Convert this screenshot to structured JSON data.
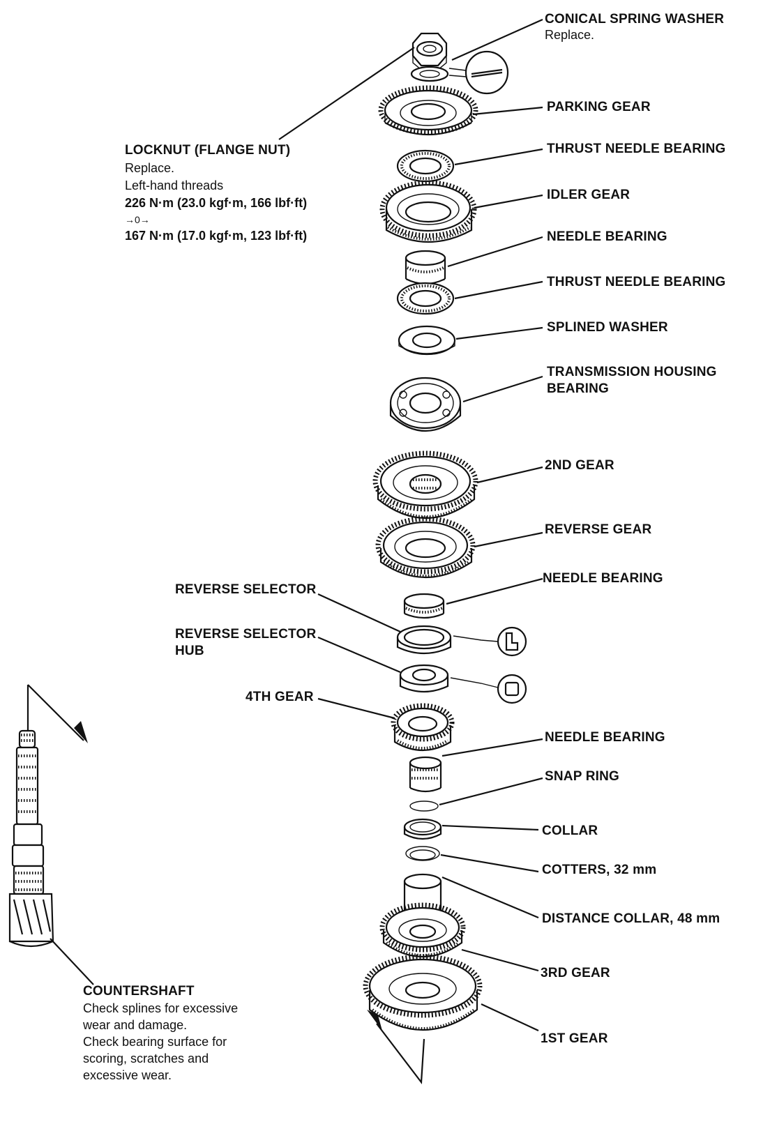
{
  "labels": {
    "conical_spring_washer": "CONICAL SPRING WASHER",
    "conical_spring_washer_note": "Replace.",
    "parking_gear": "PARKING GEAR",
    "thrust_needle_bearing_1": "THRUST NEEDLE BEARING",
    "idler_gear": "IDLER GEAR",
    "needle_bearing_1": "NEEDLE BEARING",
    "thrust_needle_bearing_2": "THRUST NEEDLE BEARING",
    "splined_washer": "SPLINED WASHER",
    "transmission_housing_bearing_1": "TRANSMISSION HOUSING",
    "transmission_housing_bearing_2": "BEARING",
    "second_gear": "2ND GEAR",
    "reverse_gear": "REVERSE GEAR",
    "needle_bearing_2": "NEEDLE BEARING",
    "reverse_selector": "REVERSE SELECTOR",
    "reverse_selector_hub_1": "REVERSE SELECTOR",
    "reverse_selector_hub_2": "HUB",
    "fourth_gear": "4TH GEAR",
    "needle_bearing_3": "NEEDLE BEARING",
    "snap_ring": "SNAP RING",
    "collar": "COLLAR",
    "cotters": "COTTERS, 32 mm",
    "distance_collar": "DISTANCE COLLAR, 48 mm",
    "third_gear": "3RD GEAR",
    "first_gear": "1ST GEAR"
  },
  "locknut": {
    "title": "LOCKNUT (FLANGE NUT)",
    "note": "Replace.",
    "threads": "Left-hand threads",
    "torque_1": "226 N·m (23.0 kgf·m, 166 lbf·ft)",
    "arrow": "→0→",
    "torque_2": "167 N·m (17.0 kgf·m, 123 lbf·ft)"
  },
  "countershaft": {
    "title": "COUNTERSHAFT",
    "line_1": "Check splines for excessive",
    "line_2": "wear and damage.",
    "line_3": "Check bearing surface for",
    "line_4": "scoring, scratches and",
    "line_5": "excessive wear."
  }
}
